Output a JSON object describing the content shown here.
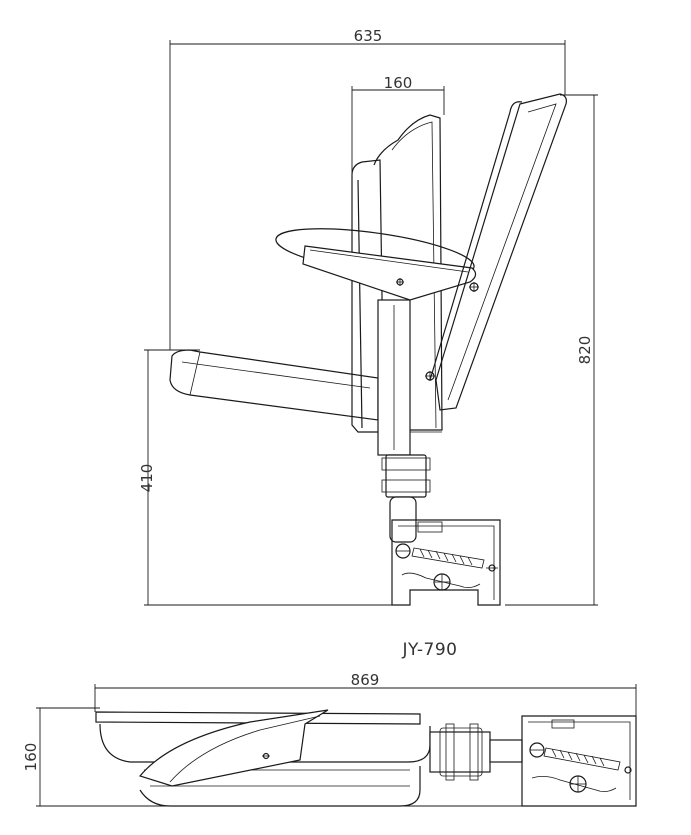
{
  "model": "JY-790",
  "dimensions": {
    "side_width": "635",
    "back_width": "160",
    "height": "820",
    "seat_height": "410",
    "folded_length": "869",
    "folded_height": "160"
  }
}
